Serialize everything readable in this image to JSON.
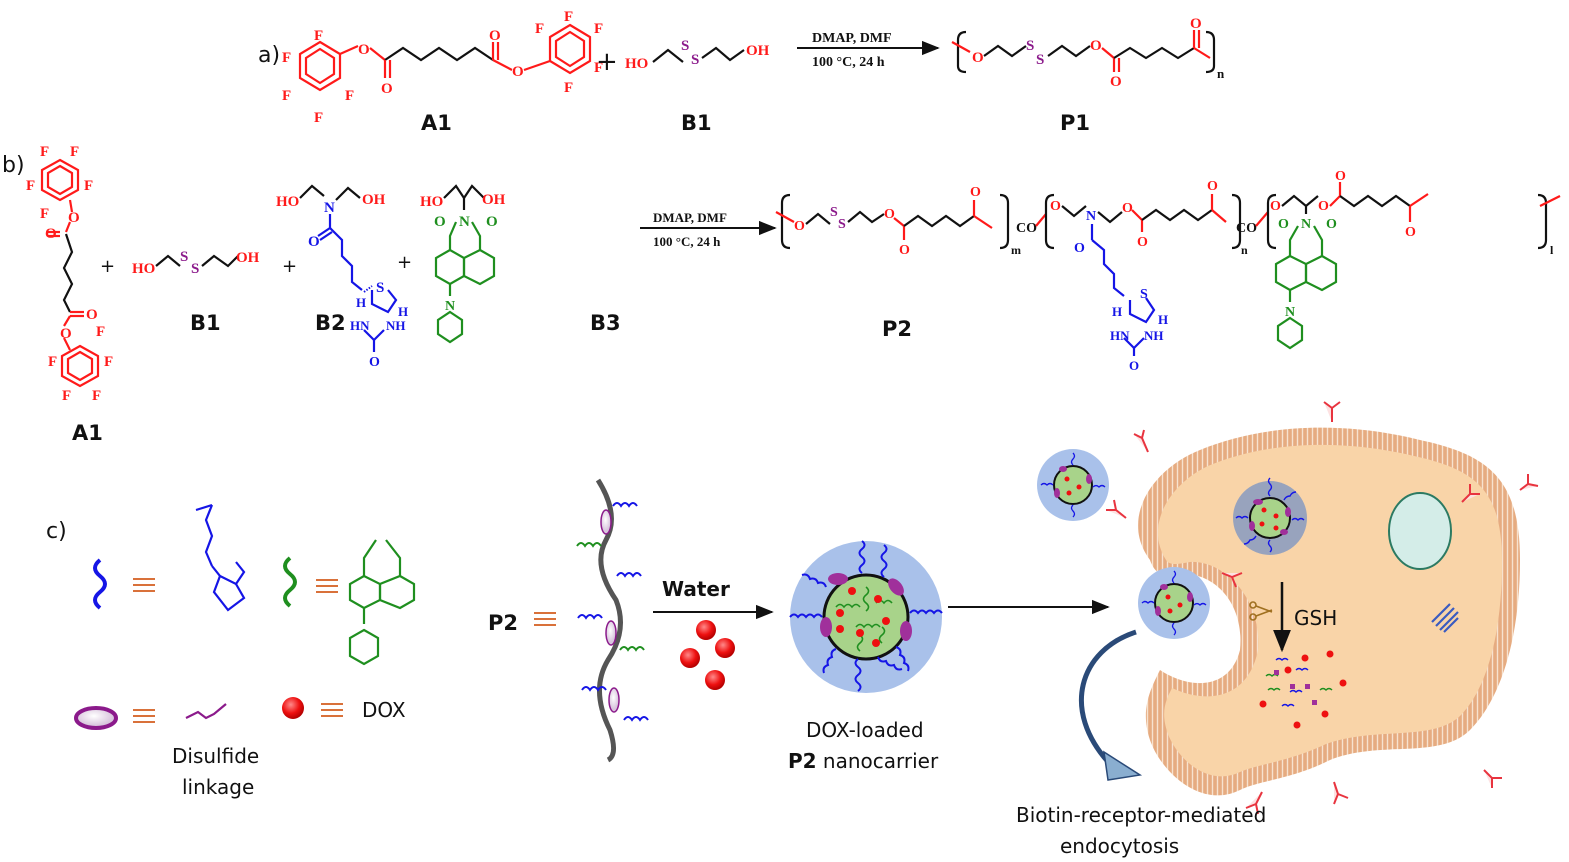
{
  "figure": {
    "panels": {
      "a": "a)",
      "b": "b)",
      "c": "c)"
    },
    "colors": {
      "monomer_A": "#ff1a1a",
      "disulfide": "#8b1a8b",
      "biotin": "#1515e6",
      "naphthalimide": "#1f8f1f",
      "dox": "#ff1010",
      "cell": "#f9d4a8",
      "membrane": "#e0a47a",
      "nanocarrier_shell": "#a9c1ea",
      "core": "#a8d38a",
      "equiv_sign": "#d9713a"
    },
    "scheme_a": {
      "reactant1_label": "A1",
      "reactant2_label": "B1",
      "product_label": "P1",
      "plus": "+",
      "conditions_top": "DMAP, DMF",
      "conditions_bottom": "100 °C, 24 h",
      "repeat_subscript": "n",
      "atoms": {
        "F": "F",
        "O": "O",
        "S": "S",
        "HO": "HO",
        "OH": "OH"
      }
    },
    "scheme_b": {
      "labels": [
        "A1",
        "B1",
        "B2",
        "B3"
      ],
      "plus": "+",
      "conditions_top": "DMAP, DMF",
      "conditions_bottom": "100 °C, 24 h",
      "product_label": "P2",
      "co": "CO",
      "subscripts": [
        "m",
        "n",
        "l"
      ],
      "atoms": {
        "N": "N",
        "H": "H",
        "HN": "HN",
        "NH": "NH",
        "S": "S",
        "O": "O",
        "HO": "HO",
        "OH": "OH",
        "F": "F"
      }
    },
    "scheme_c": {
      "legend": {
        "disulfide_caption_line1": "Disulfide",
        "disulfide_caption_line2": "linkage",
        "dox_label": "DOX"
      },
      "p2_label": "P2",
      "water_label": "Water",
      "nanocarrier_line1": "DOX-loaded",
      "nanocarrier_line2_bold": "P2",
      "nanocarrier_line2_rest": " nanocarrier",
      "gsh_label": "GSH",
      "endocytosis_line1": "Biotin-receptor-mediated",
      "endocytosis_line2": "endocytosis"
    }
  }
}
